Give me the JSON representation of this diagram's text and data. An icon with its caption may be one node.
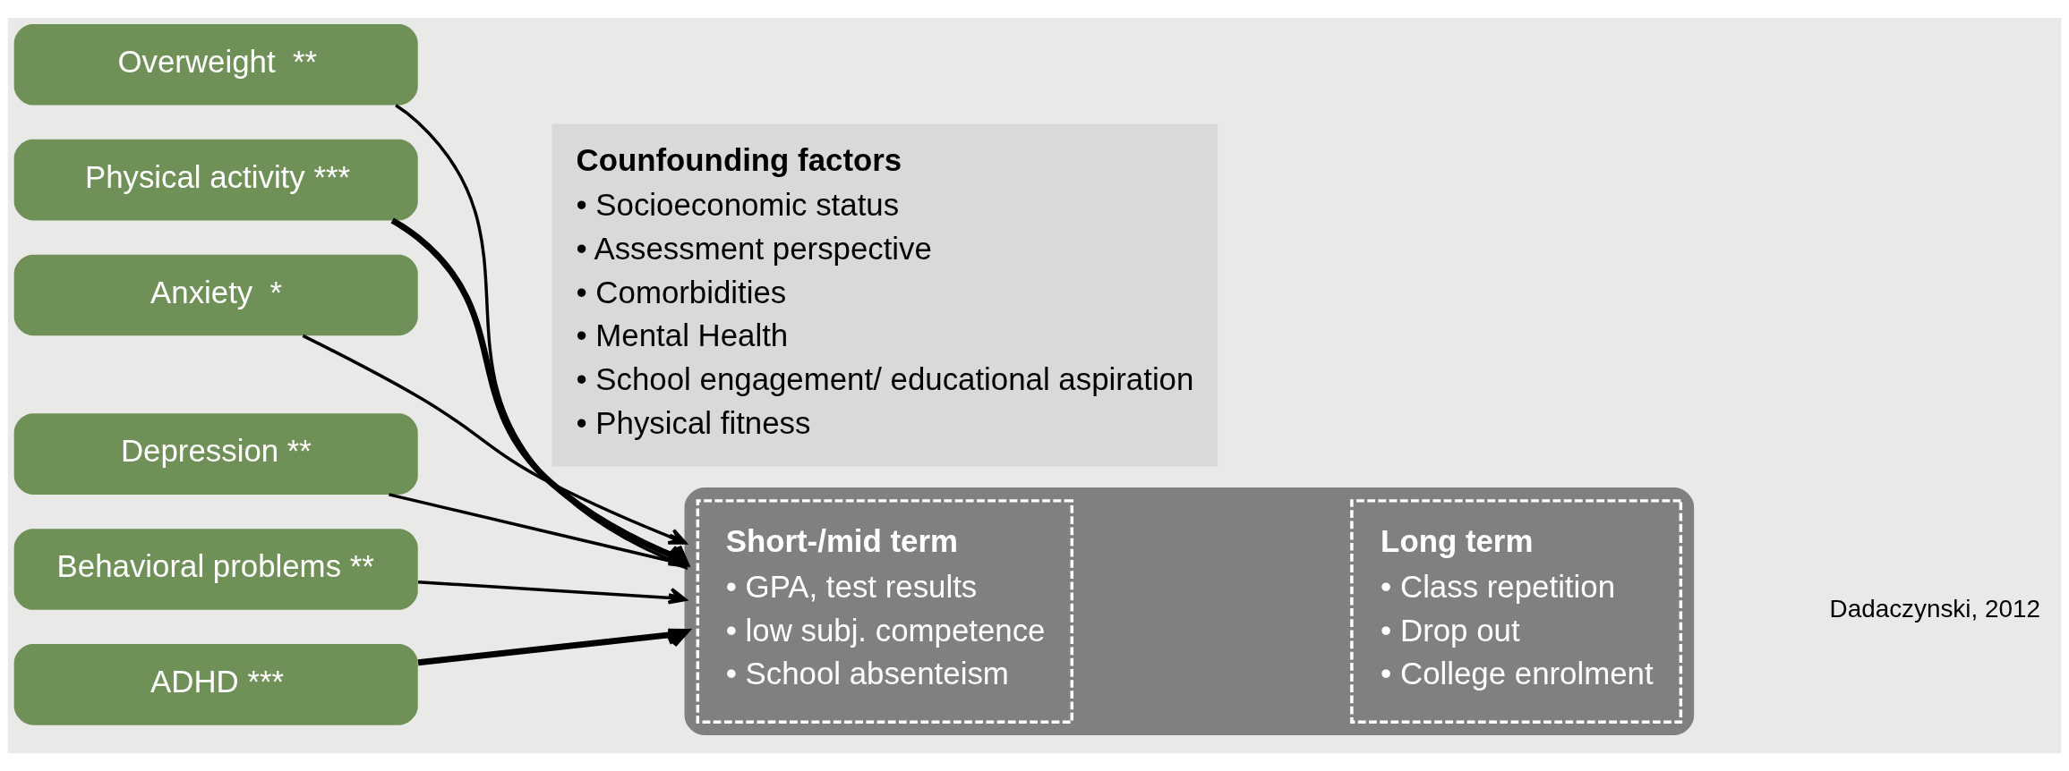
{
  "diagram": {
    "nodes": [
      {
        "text": [
          "Overweight  **"
        ]
      },
      {
        "text": [
          "Physical activity ***"
        ]
      },
      {
        "text": [
          "Anxiety  *"
        ]
      },
      {
        "text": [
          "Depression **"
        ]
      },
      {
        "text": [
          "Behavioral problems **"
        ]
      },
      {
        "text": [
          "ADHD ***"
        ]
      },
      {
        "text": [
          "Counfounding factors",
          "• Socioeconomic status",
          "• Assessment perspective",
          "• Comorbidities",
          "• Mental Health",
          "• School engagement/ educational aspiration",
          "• Physical fitness"
        ]
      },
      {
        "text": [],
        "shape": "box"
      },
      {
        "text": [
          "Short-/mid term",
          "• GPA, test results",
          "• low subj. competence",
          "• School absenteism"
        ],
        "in": 7
      },
      {
        "text": [
          "Long term",
          "• Class repetition",
          "• Drop out",
          "• College enrolment"
        ],
        "in": 7
      }
    ],
    "edges": [
      {
        "from": 0,
        "to": 7,
        "arrow": "to"
      },
      {
        "from": 1,
        "to": 7,
        "arrow": "to",
        "style": "thick"
      },
      {
        "from": 2,
        "to": 7,
        "arrow": "to"
      },
      {
        "from": 3,
        "to": 7,
        "arrow": "to"
      },
      {
        "from": 4,
        "to": 7,
        "arrow": "to"
      },
      {
        "from": 5,
        "to": 7,
        "arrow": "to",
        "style": "thick"
      }
    ],
    "labels": [
      "Dadaczynski, 2012"
    ]
  }
}
